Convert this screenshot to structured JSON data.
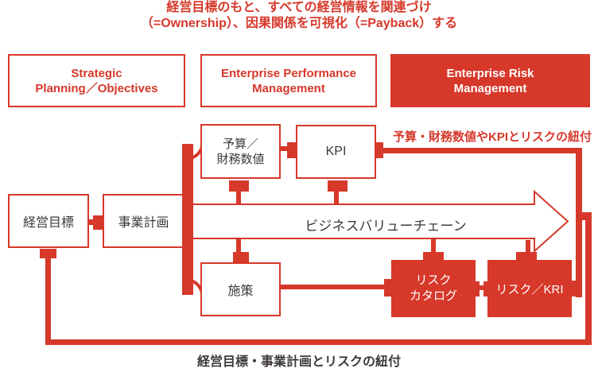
{
  "colors": {
    "accent_red": "#D6382A",
    "text_dark": "#3E3A39",
    "background": "#FFFFFF"
  },
  "title": {
    "line1": "経営目標のもと、すべての経営情報を関連づけ",
    "line2": "（=Ownership）、因果関係を可視化（=Payback）する"
  },
  "headers": {
    "strategic": {
      "line1": "Strategic",
      "line2": "Planning／Objectives"
    },
    "epm": {
      "line1": "Enterprise Performance",
      "line2": "Management"
    },
    "erm": {
      "line1": "Enterprise Risk",
      "line2": "Management"
    }
  },
  "boxes": {
    "budget": {
      "line1": "予算／",
      "line2": "財務数値"
    },
    "kpi": {
      "label": "KPI"
    },
    "objective": {
      "label": "経営目標"
    },
    "business_plan": {
      "label": "事業計画"
    },
    "measures": {
      "label": "施策"
    },
    "risk_catalog": {
      "line1": "リスク",
      "line2": "カタログ"
    },
    "risk_kri": {
      "label": "リスク／KRI"
    }
  },
  "arrow": {
    "label": "ビジネスバリューチェーン"
  },
  "annotations": {
    "kpi_risk_link": "予算・財務数値やKPIとリスクの紐付",
    "objective_risk_link": "経営目標・事業計画とリスクの紐付"
  }
}
